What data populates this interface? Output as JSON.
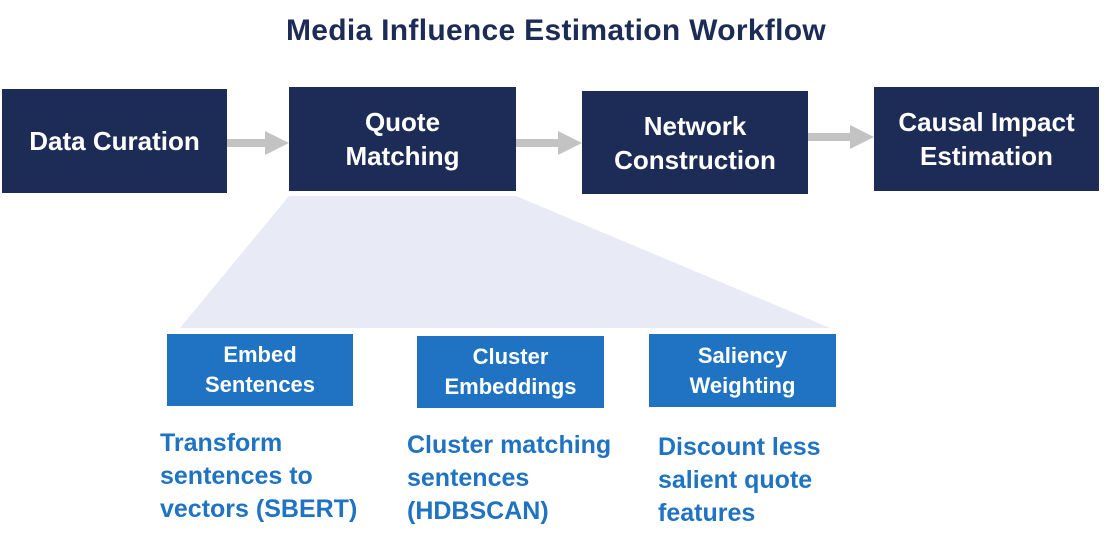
{
  "title": "Media Influence Estimation Workflow",
  "colors": {
    "stage_fill": "#1c2c57",
    "substep_fill": "#1f73c2",
    "description_text": "#1f73c2",
    "arrow": "#c3c3c3",
    "funnel": "#e8eaf6"
  },
  "stages": [
    {
      "label": "Data Curation"
    },
    {
      "label": "Quote\nMatching"
    },
    {
      "label": "Network\nConstruction"
    },
    {
      "label": "Causal Impact\nEstimation"
    }
  ],
  "connectors": [
    {
      "icon": "arrow-right-icon"
    },
    {
      "icon": "arrow-right-icon"
    },
    {
      "icon": "arrow-right-icon"
    }
  ],
  "substeps": [
    {
      "label": "Embed\nSentences",
      "description": "Transform\nsentences to\nvectors (SBERT)"
    },
    {
      "label": "Cluster\nEmbeddings",
      "description": "Cluster matching\nsentences\n(HDBSCAN)"
    },
    {
      "label": "Saliency\nWeighting",
      "description": "Discount less\nsalient quote\nfeatures"
    }
  ]
}
